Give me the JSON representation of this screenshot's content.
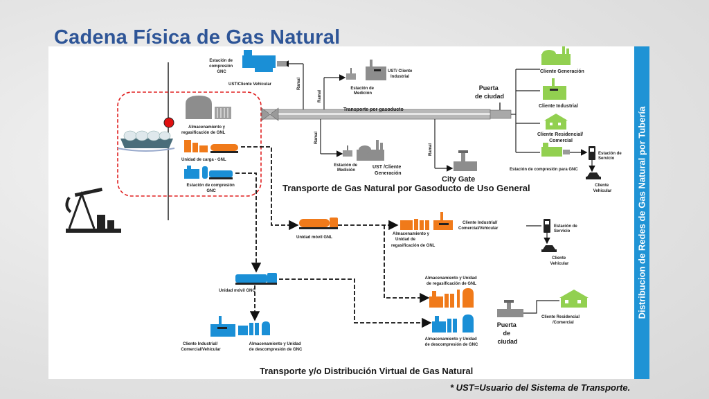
{
  "slide": {
    "title": "Cadena Física de Gas Natural",
    "side_banner": "Distribucion de Redes de Gas Natural por Tubería",
    "footnote": "* UST=Usuario del Sistema de Transporte."
  },
  "colors": {
    "title": "#2e5597",
    "banner": "#1f93d5",
    "gnc_blue": "#1a8fd6",
    "gnl_orange": "#f07a1a",
    "client_green": "#92d050",
    "pipeline_grey": "#8c8c8c",
    "highlight_red": "#e02020"
  },
  "labels": {
    "estacion_compresion_top": [
      "Estación de",
      "compresión",
      "GNC"
    ],
    "ust_cliente_vehicular": "UST/Cliente Vehicular",
    "ramal": "Ramal",
    "estacion_medicion": [
      "Estación de",
      "Medición"
    ],
    "ust_cliente_industrial": [
      "UST/ Cliente",
      "Industrial"
    ],
    "ust_cliente_generacion": [
      "UST /Cliente",
      "Generación"
    ],
    "transporte_por_gasoducto": "Transporte por gasoducto",
    "puerta_de_ciudad_top": [
      "Puerta",
      "de ciudad"
    ],
    "city_gate": "City Gate",
    "cliente_generacion": "Cliente  Generación",
    "cliente_industrial": "Cliente  Industrial",
    "cliente_residencial_comercial": [
      "Cliente Residencial/",
      "Comercial"
    ],
    "estacion_compresion_gnc_right": "Estación de compresión para GNC",
    "estacion_de_servicio": [
      "Estación de",
      "Servicio"
    ],
    "cliente_vehicular": [
      "Cliente",
      "Vehicular"
    ],
    "almacenamiento_regasificacion_gnl": [
      "Almacenamiento  y",
      "regasificación  de  GNL"
    ],
    "unidad_de_carga_gnl": "Unidad de carga - GNL",
    "estacion_compresion_gnc_left": [
      "Estación de compresión",
      "GNC"
    ],
    "transporte_gasoducto_uso_general": "Transporte de Gas Natural por Gasoducto de Uso General",
    "unidad_movil_gnl": "Unidad móvil  GNL",
    "almacenamiento_unidad_regasificacion_gnl_mid": [
      "Almacenamiento  y",
      "Unidad  de",
      "regasificación  de GNL"
    ],
    "cliente_industrial_comercial_vehicular_mid": [
      "Cliente Industrial/",
      "Comercial/Vehicular"
    ],
    "unidad_movil_gnc": "Unidad móvil  GNC",
    "almacenamiento_unidad_regasificacion_gnl_low": [
      "Almacenamiento  y Unidad",
      "de regasificación  de GNL"
    ],
    "almacenamiento_unidad_descompresion_gnc_right": [
      "Almacenamiento  y Unidad",
      "de descompresión  de GNC"
    ],
    "puerta_de_ciudad_low": [
      "Puerta",
      "de",
      "ciudad"
    ],
    "cliente_residencial_comercial_low": [
      "Cliente Residencial",
      "/Comercial"
    ],
    "cliente_industrial_comercial_vehicular_left": [
      "Cliente Industrial/",
      "Comercial/Vehicular"
    ],
    "almacenamiento_unidad_descompresion_gnc_left": [
      "Almacenamiento  y Unidad",
      "de descompresión  de GNC"
    ],
    "transporte_distribucion_virtual": "Transporte y/o Distribución  Virtual de Gas Natural"
  }
}
